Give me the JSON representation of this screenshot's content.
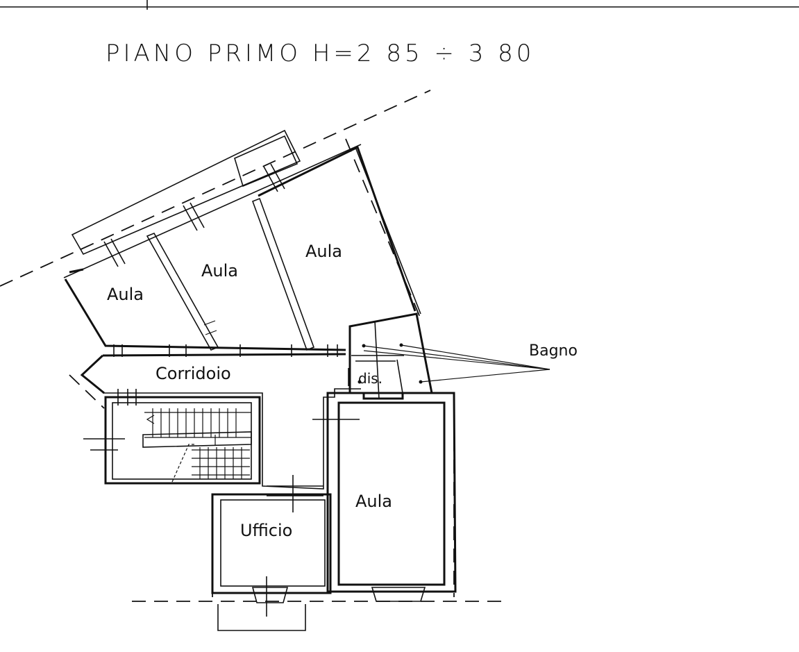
{
  "title": "PIANO PRIMO   H=2 85 ÷ 3 80",
  "rooms": {
    "aula_1": "Aula",
    "aula_2": "Aula",
    "aula_3": "Aula",
    "aula_4": "Aula",
    "corridoio": "Corridoio",
    "dis": "dis.",
    "bagno": "Bagno",
    "ufficio": "Ufficio"
  }
}
